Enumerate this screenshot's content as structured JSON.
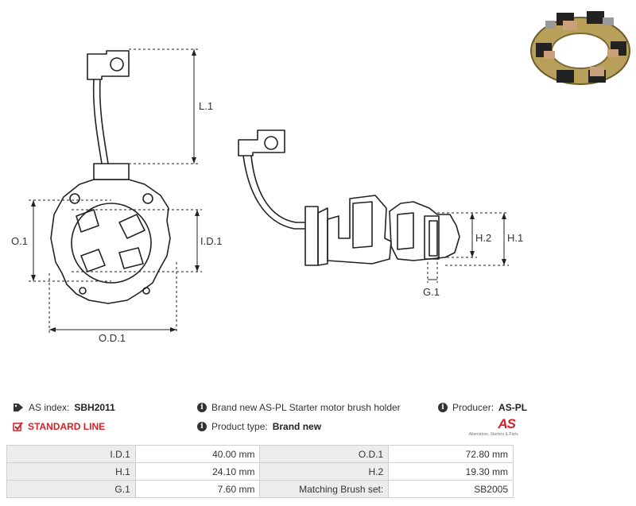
{
  "dims": {
    "l1": "L.1",
    "o1": "O.1",
    "id1": "I.D.1",
    "od1": "O.D.1",
    "h2": "H.2",
    "h1": "H.1",
    "g1": "G.1"
  },
  "info": {
    "as_index_label": "AS index:",
    "as_index_value": "SBH2011",
    "standard_line": "STANDARD LINE",
    "description": "Brand new AS-PL Starter motor brush holder",
    "product_type_label": "Product type:",
    "product_type_value": "Brand new",
    "producer_label": "Producer:",
    "producer_value": "AS-PL"
  },
  "logo": {
    "text": "AS",
    "tagline": "Alternators, Starters & Parts"
  },
  "specs": [
    {
      "label_a": "I.D.1",
      "value_a": "40.00 mm",
      "label_b": "O.D.1",
      "value_b": "72.80 mm"
    },
    {
      "label_a": "H.1",
      "value_a": "24.10 mm",
      "label_b": "H.2",
      "value_b": "19.30 mm"
    },
    {
      "label_a": "G.1",
      "value_a": "7.60 mm",
      "label_b": "Matching Brush set:",
      "value_b": "SB2005"
    }
  ],
  "colors": {
    "accent": "#d61f26",
    "label_bg": "#ececec",
    "border": "#cfcfcf"
  }
}
